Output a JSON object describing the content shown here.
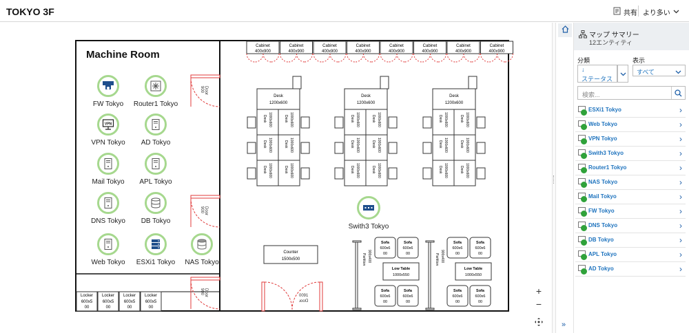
{
  "header": {
    "title": "TOKYO 3F",
    "share": "共有",
    "more": "より多い"
  },
  "room": {
    "title": "Machine Room"
  },
  "devices": [
    {
      "name": "FW Tokyo",
      "icon": "firewall-icon"
    },
    {
      "name": "Router1 Tokyo",
      "icon": "router-icon"
    },
    {
      "name": "VPN Tokyo",
      "icon": "vpn-icon"
    },
    {
      "name": "AD Tokyo",
      "icon": "server-icon"
    },
    {
      "name": "Mail Tokyo",
      "icon": "server-icon"
    },
    {
      "name": "APL Tokyo",
      "icon": "server-icon"
    },
    {
      "name": "DNS Tokyo",
      "icon": "server-icon"
    },
    {
      "name": "DB Tokyo",
      "icon": "database-icon"
    },
    {
      "name": "Web Tokyo",
      "icon": "server-icon"
    },
    {
      "name": "ESXi1 Tokyo",
      "icon": "host-icon"
    },
    {
      "name": "NAS Tokyo",
      "icon": "storage-icon"
    },
    {
      "name": "Swith3 Tokyo",
      "icon": "switch-icon"
    }
  ],
  "furniture": {
    "cabinet": "Cabinet",
    "cabinet_size": "400x900",
    "desk": "Desk",
    "desk_size": "1200x600",
    "desk_size_v": "1000x600",
    "door": "Door",
    "door_size": "900",
    "counter": "Counter",
    "counter_size": "1500x500",
    "sofa": "Sofa",
    "sofa_size": "600x6",
    "sofa_size2": "00",
    "low_table": "Low Table",
    "low_table_size": "1000x550",
    "partition": "Partition",
    "partition_size": "900x400",
    "locker": "Locker",
    "locker_size": "600x5",
    "locker_size2": "00",
    "door_code": "0091",
    "door_code2": "ɹooᗡ"
  },
  "panel": {
    "title": "マップ サマリー",
    "subtitle": "12エンティティ",
    "category_label": "分類",
    "category_value": "ステータス",
    "category_arrow": "↓",
    "display_label": "表示",
    "display_value": "すべて",
    "search_placeholder": "検索...",
    "items": [
      "ESXi1 Tokyo",
      "Web Tokyo",
      "VPN Tokyo",
      "Swith3 Tokyo",
      "Router1 Tokyo",
      "NAS Tokyo",
      "Mail Tokyo",
      "FW Tokyo",
      "DNS Tokyo",
      "DB Tokyo",
      "APL Tokyo",
      "AD Tokyo"
    ]
  },
  "zoom": {
    "in": "+",
    "out": "−"
  },
  "colors": {
    "status_green": "#2fa23a",
    "ring_green": "#a6d88e",
    "link_blue": "#1e73be",
    "door_red": "#e03a3a"
  }
}
